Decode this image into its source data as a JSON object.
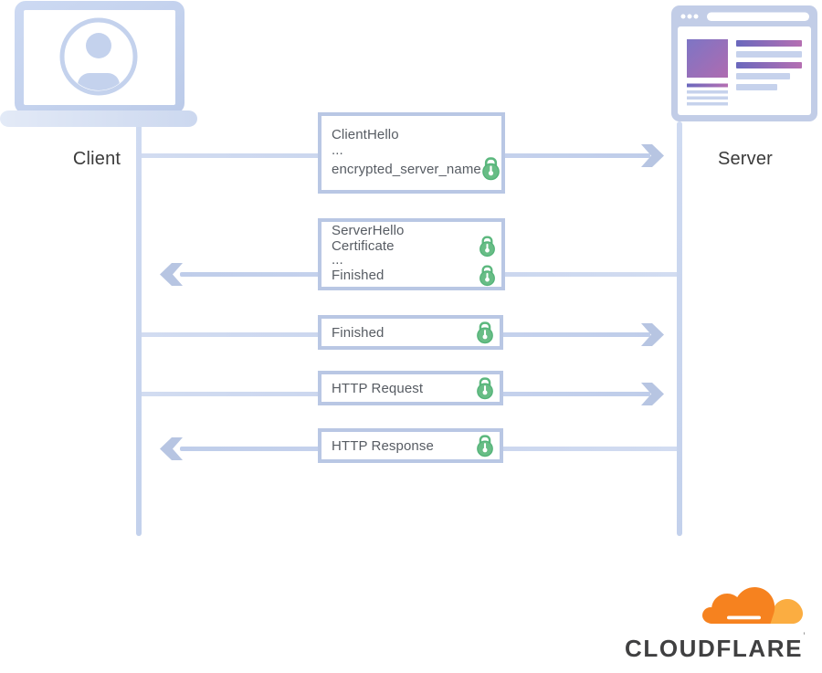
{
  "diagram": {
    "title_hint": "TLS handshake with encrypted server name (ESNI) sequence diagram",
    "client": {
      "label": "Client"
    },
    "server": {
      "label": "Server"
    },
    "messages": [
      {
        "direction": "right",
        "rows": [
          {
            "text": "ClientHello",
            "locked": false
          },
          {
            "text": "...",
            "locked": false
          },
          {
            "text": "encrypted_server_name",
            "locked": true
          }
        ]
      },
      {
        "direction": "left",
        "rows": [
          {
            "text": "ServerHello",
            "locked": false
          },
          {
            "text": "Certificate",
            "locked": true
          },
          {
            "text": "...",
            "locked": false
          },
          {
            "text": "Finished",
            "locked": true
          }
        ]
      },
      {
        "direction": "right",
        "rows": [
          {
            "text": "Finished",
            "locked": true
          }
        ]
      },
      {
        "direction": "right",
        "rows": [
          {
            "text": "HTTP Request",
            "locked": true
          }
        ]
      },
      {
        "direction": "left",
        "rows": [
          {
            "text": "HTTP Response",
            "locked": true
          }
        ]
      }
    ]
  },
  "branding": {
    "logo_text": "CLOUDFLARE",
    "trademark": "’"
  },
  "icons": {
    "client": "laptop-with-user-avatar",
    "server": "browser-window",
    "row_lock": "green-padlock"
  },
  "colors": {
    "diagram_blue": "#c3d1ec",
    "arrowhead_blue": "#b7c5e2",
    "box_border": "#b9c7e4",
    "box_text": "#575c63",
    "label_text": "#3b3b3b",
    "lock_green": "#5cb87e",
    "content_purple_start": "#7d75c5",
    "content_purple_end": "#af6bb0",
    "cloudflare_orange": "#f6821f",
    "cloudflare_light_orange": "#fbad41",
    "cloudflare_text": "#404041"
  }
}
